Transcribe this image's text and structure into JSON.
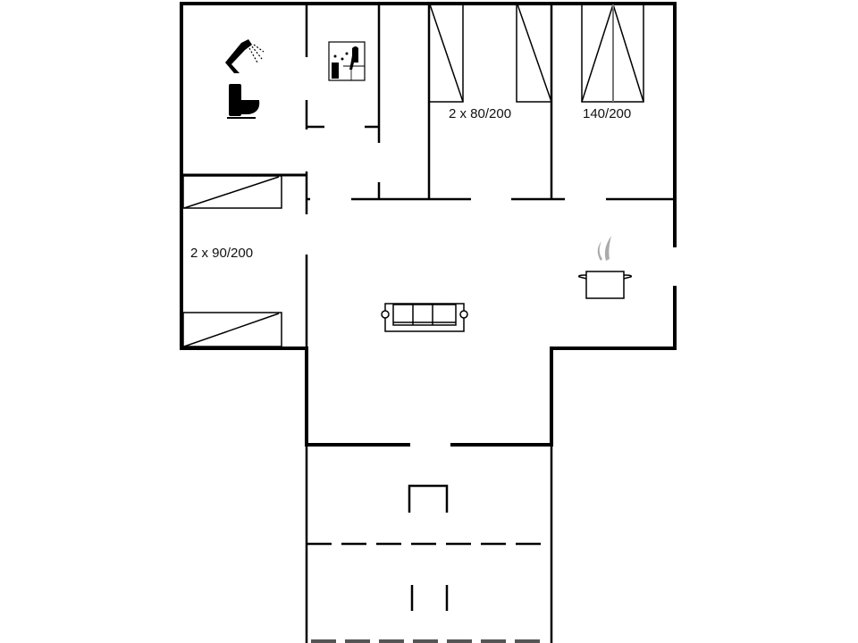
{
  "floorplan": {
    "labels": {
      "bedroom_left": "2 x 90/200",
      "bedroom_middle": "2 x 80/200",
      "bedroom_right": "140/200"
    },
    "icons": [
      "shower-icon",
      "toilet-icon",
      "sauna-icon",
      "sofa-icon",
      "cooking-pot-icon"
    ],
    "colors": {
      "wall": "#000000",
      "steam": "#aaaaaa"
    }
  }
}
